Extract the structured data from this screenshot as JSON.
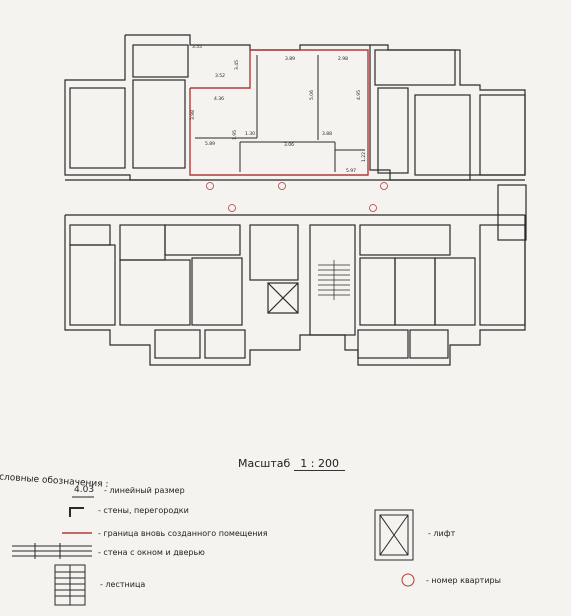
{
  "dimensions": {
    "d1": "3.55",
    "d2": "3.52",
    "d3": "3.45",
    "d4": "3.89",
    "d5": "2.98",
    "d6": "4.36",
    "d7": "3.98",
    "d8": "5.06",
    "d9": "4.95",
    "d10": "1.95",
    "d11": "1.30",
    "d12": "3.88",
    "d13": "5.89",
    "d14": "3.06",
    "d15": "1.22",
    "d16": "5.97"
  },
  "scale": {
    "label": "Масштаб",
    "value": "1 : 200"
  },
  "legend": {
    "title": "Условные обозначения :",
    "sample_dimension": "4.03",
    "items": [
      {
        "id": "linear",
        "text": "- линейный размер"
      },
      {
        "id": "walls",
        "text": "- стены, перегородки"
      },
      {
        "id": "boundary",
        "text": "- граница вновь созданного помещения"
      },
      {
        "id": "window",
        "text": "- стена с окном и дверью"
      },
      {
        "id": "stairs",
        "text": "- лестница"
      },
      {
        "id": "lift",
        "text": "- лифт"
      },
      {
        "id": "apartment",
        "text": "- номер квартиры"
      }
    ]
  },
  "colors": {
    "wall": "#2a2a2a",
    "boundary": "#b23a3a",
    "apartment_circle": "#b23a3a",
    "paper": "#f4f3ef"
  }
}
